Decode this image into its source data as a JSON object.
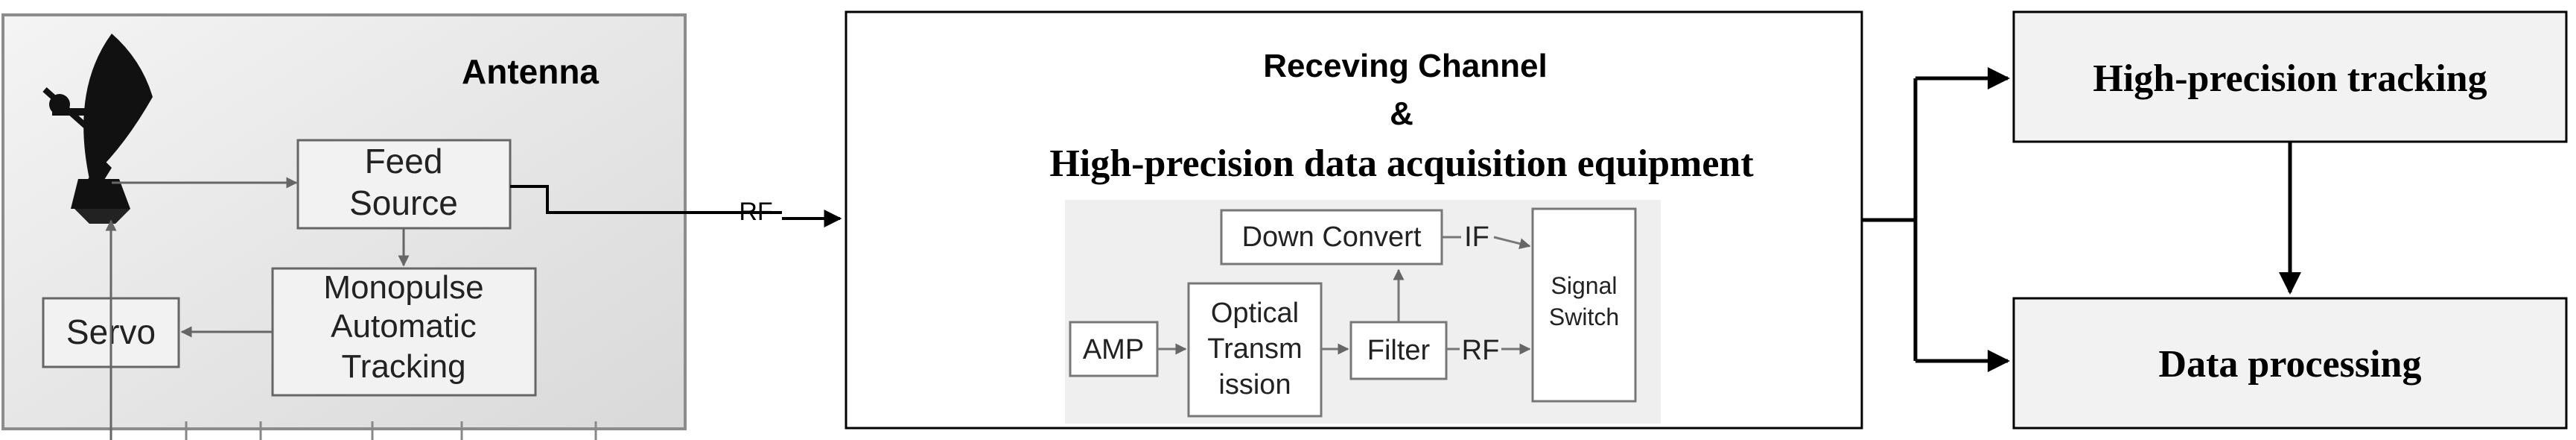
{
  "antenna_panel": {
    "title": "Antenna",
    "feed_source": [
      "Feed",
      "Source"
    ],
    "monopulse": [
      "Monopulse",
      "Automatic",
      "Tracking"
    ],
    "servo": "Servo"
  },
  "link_label_rf": "RF",
  "receiving_panel": {
    "title_line1": "Receving Channel",
    "title_line2": "&",
    "title_line3": "High-precision data acquisition equipment",
    "down_convert": "Down Convert",
    "if_label": "IF",
    "amp": "AMP",
    "optical_transmission": [
      "Optical",
      "Transm",
      "ission"
    ],
    "filter": "Filter",
    "rf_label": "RF",
    "signal_switch": [
      "Signal",
      "Switch"
    ]
  },
  "outputs": {
    "tracking": "High-precision tracking",
    "processing": "Data processing"
  },
  "colors": {
    "panel_gray": "#e6e6e6",
    "box_fill": "#f2f2f2",
    "inner_box_fill": "#ffffff",
    "inner_line": "#7a7a7a",
    "line": "#000000"
  }
}
